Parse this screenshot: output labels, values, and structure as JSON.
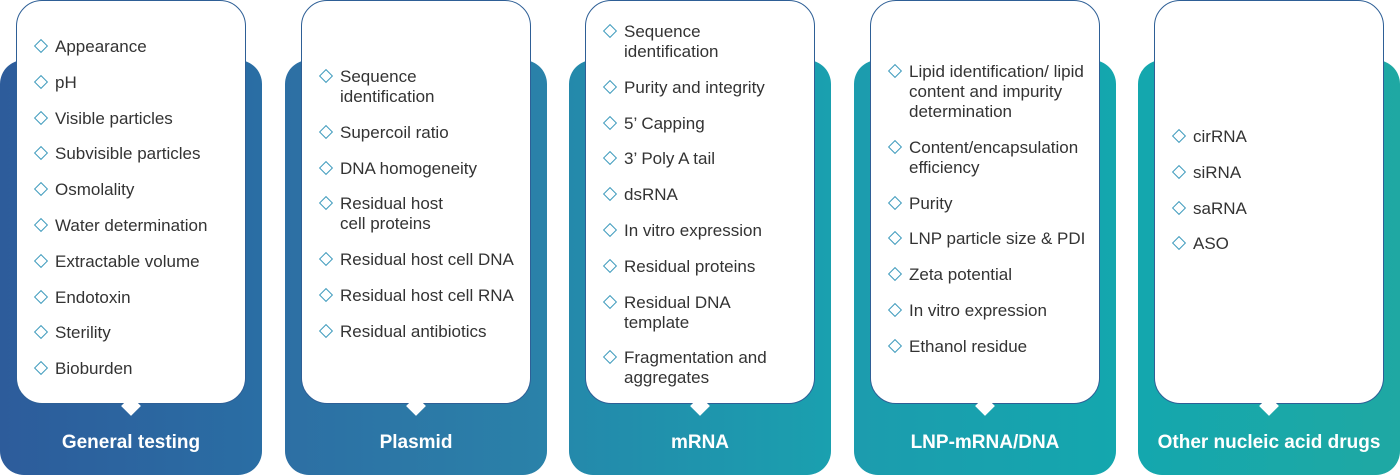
{
  "columns": [
    {
      "title": "General testing",
      "items": [
        "Appearance",
        "pH",
        "Visible particles",
        "Subvisible particles",
        "Osmolality",
        "Water determination",
        "Extractable volume",
        "Endotoxin",
        "Sterility",
        "Bioburden"
      ]
    },
    {
      "title": "Plasmid",
      "items": [
        "Sequence identification",
        "Supercoil ratio",
        "DNA homogeneity",
        "Residual host cell proteins",
        "Residual host cell DNA",
        "Residual host cell RNA",
        "Residual antibiotics"
      ]
    },
    {
      "title": "mRNA",
      "items": [
        "Sequence identification",
        "Purity and integrity",
        "5’ Capping",
        "3’ Poly A tail",
        "dsRNA",
        "In vitro expression",
        "Residual proteins",
        "Residual DNA template",
        "Fragmentation and aggregates"
      ]
    },
    {
      "title": "LNP-mRNA/DNA",
      "items": [
        "Lipid identification/ lipid content and impurity determination",
        "Content/encapsulation efficiency",
        "Purity",
        "LNP particle size & PDI",
        "Zeta potential",
        "In vitro expression",
        "Ethanol residue"
      ]
    },
    {
      "title": "Other nucleic acid drugs",
      "items": [
        "cirRNA",
        "siRNA",
        "saRNA",
        "ASO"
      ]
    }
  ],
  "colors": {
    "gradient": [
      "#2d5c9b",
      "#2a82a9",
      "#19a3b0",
      "#14a7ae",
      "#1aa8a5"
    ],
    "card_border": "#2e5f96",
    "bullet": "#3f9bbd",
    "text": "#333333"
  }
}
